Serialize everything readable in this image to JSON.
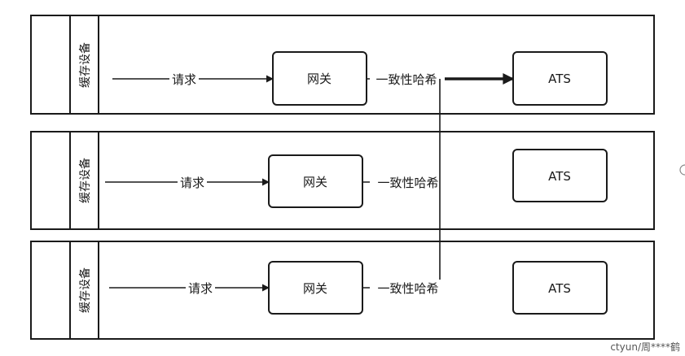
{
  "lanes": [
    {
      "label": "缓存设备",
      "request_label": "请求",
      "gateway_label": "网关",
      "hash_label": "一致性哈希",
      "ats_label": "ATS"
    },
    {
      "label": "缓存设备",
      "request_label": "请求",
      "gateway_label": "网关",
      "hash_label": "一致性哈希",
      "ats_label": "ATS"
    },
    {
      "label": "缓存设备",
      "request_label": "请求",
      "gateway_label": "网关",
      "hash_label": "一致性哈希",
      "ats_label": "ATS"
    }
  ],
  "watermark": "ctyun/周****鹤"
}
